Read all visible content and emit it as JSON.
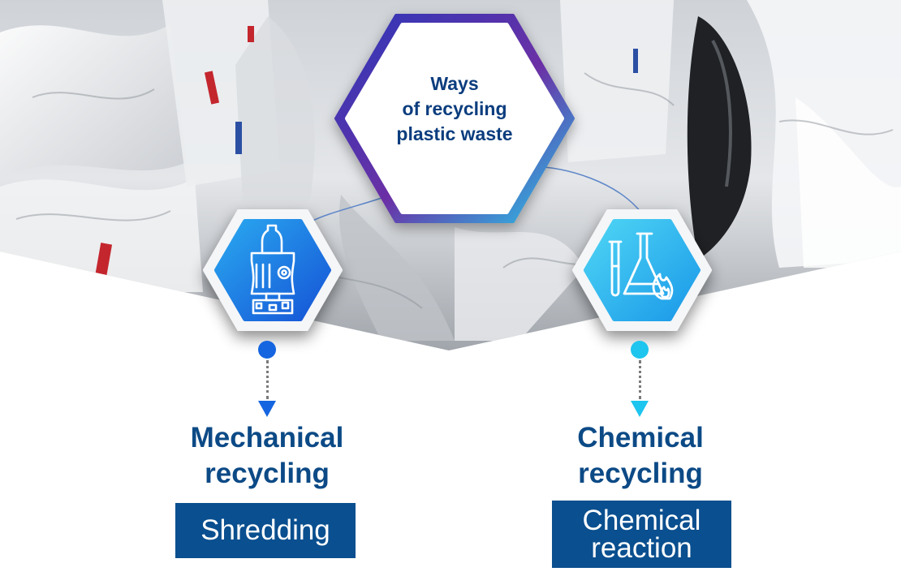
{
  "center": {
    "title_lines": [
      "Ways",
      "of recycling",
      "plastic waste"
    ]
  },
  "branches": [
    {
      "id": "mechanical",
      "title_lines": [
        "Mechanical",
        "recycling"
      ],
      "methods": [
        "Shredding"
      ],
      "icon": "shredder-bottle-icon",
      "accent": "#1565e0"
    },
    {
      "id": "chemical",
      "title_lines": [
        "Chemical",
        "recycling"
      ],
      "methods": [
        "Chemical",
        "reaction"
      ],
      "icon": "flask-flame-icon",
      "accent": "#1ec5ee"
    }
  ],
  "colors": {
    "navy": "#0a4f8f",
    "blue": "#1565e0",
    "cyan": "#1ec5ee",
    "purple": "#5a2a9c"
  }
}
